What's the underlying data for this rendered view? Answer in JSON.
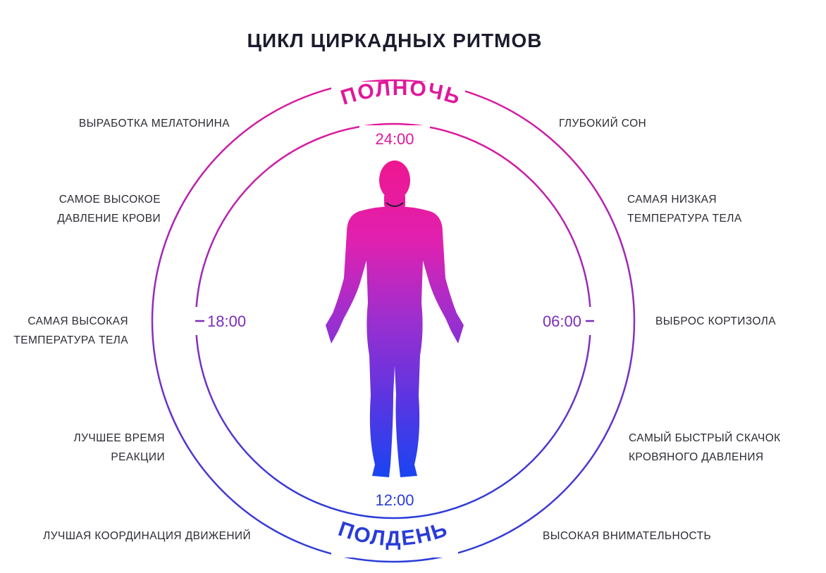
{
  "title": "ЦИКЛ ЦИРКАДНЫХ РИТМОВ",
  "outer_labels": {
    "top": "ПОЛНОЧЬ",
    "bottom": "ПОЛДЕНЬ"
  },
  "times": {
    "top": "24:00",
    "right": "06:00",
    "bottom": "12:00",
    "left": "18:00"
  },
  "left_items": [
    {
      "line1": "ВЫРАБОТКА МЕЛАТОНИНА",
      "line2": ""
    },
    {
      "line1": "САМОЕ ВЫСОКОЕ",
      "line2": "ДАВЛЕНИЕ КРОВИ"
    },
    {
      "line1": "САМАЯ ВЫСОКАЯ",
      "line2": "ТЕМПЕРАТУРА ТЕЛА"
    },
    {
      "line1": "ЛУЧШЕЕ ВРЕМЯ",
      "line2": "РЕАКЦИИ"
    },
    {
      "line1": "ЛУЧШАЯ КООРДИНАЦИЯ ДВИЖЕНИЙ",
      "line2": ""
    }
  ],
  "right_items": [
    {
      "line1": "ГЛУБОКИЙ СОН",
      "line2": ""
    },
    {
      "line1": "САМАЯ НИЗКАЯ",
      "line2": "ТЕМПЕРАТУРА ТЕЛА"
    },
    {
      "line1": "ВЫБРОС КОРТИЗОЛА",
      "line2": ""
    },
    {
      "line1": "САМЫЙ БЫСТРЫЙ СКАЧОК",
      "line2": "КРОВЯНОГО ДАВЛЕНИЯ"
    },
    {
      "line1": "ВЫСОКАЯ ВНИМАТЕЛЬНОСТЬ",
      "line2": ""
    }
  ],
  "colors": {
    "top": "#e0189b",
    "bottom": "#2a3cd8",
    "mid": "#7a2ab8"
  }
}
